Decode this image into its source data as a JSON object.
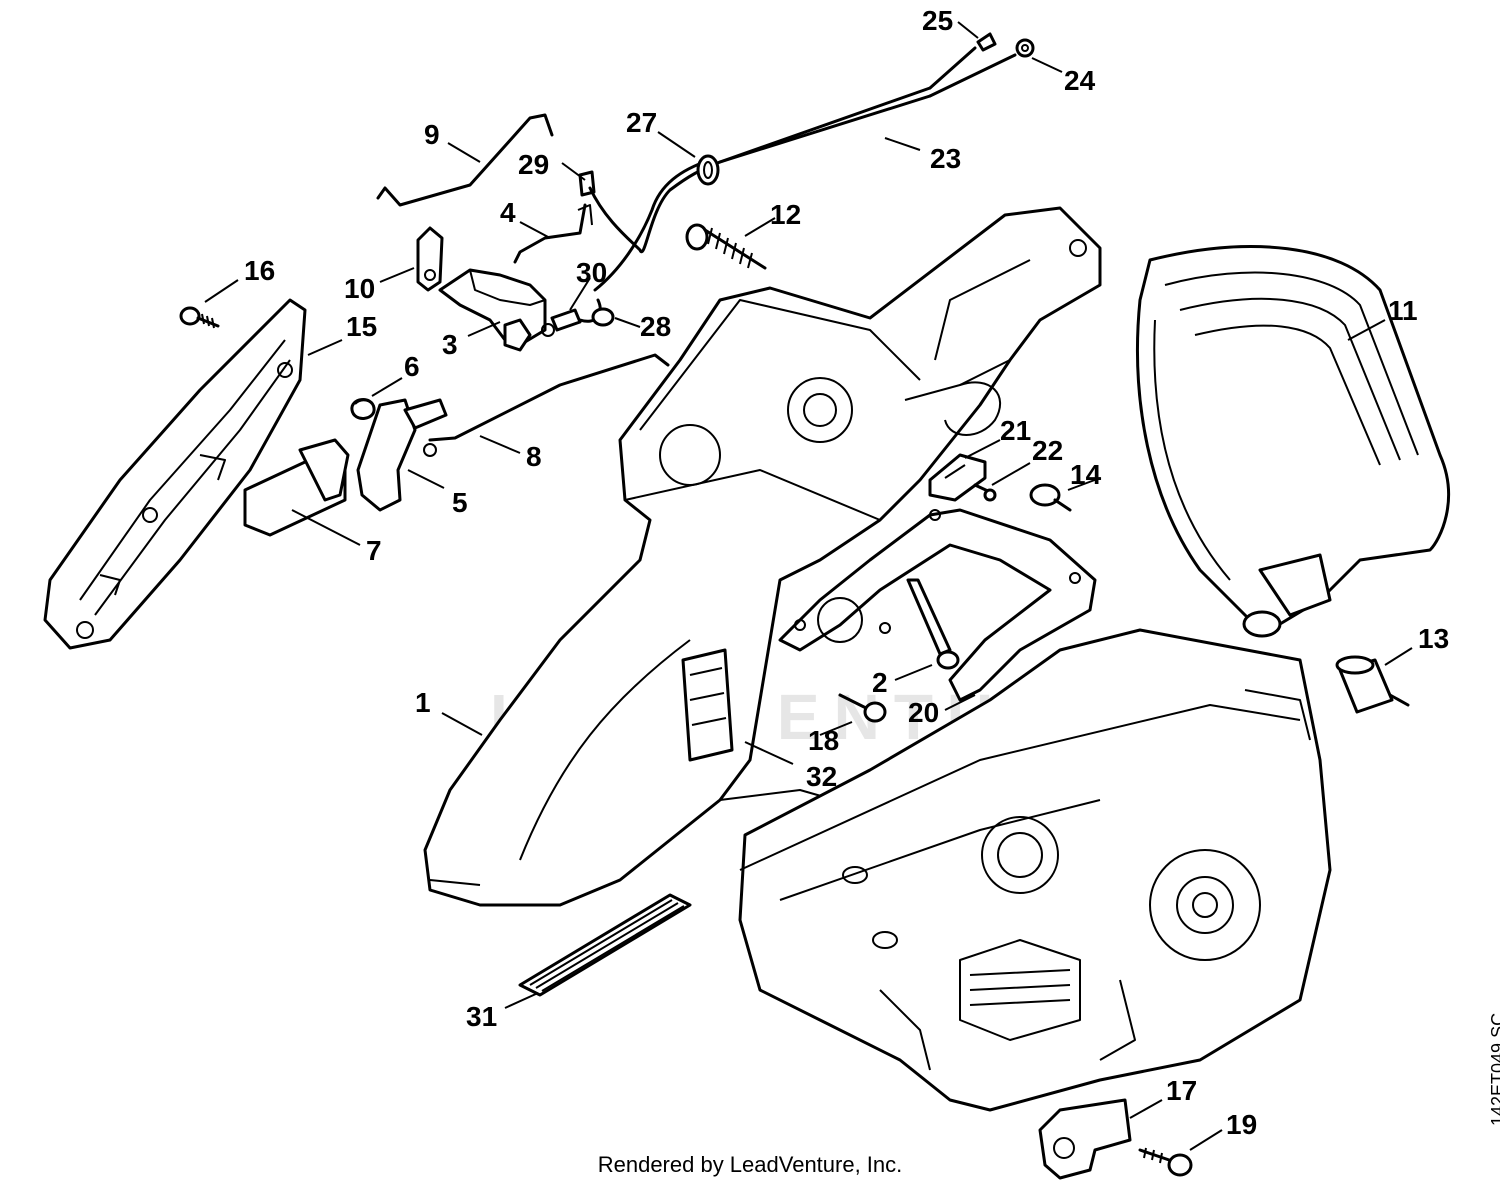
{
  "callouts": [
    {
      "id": "c1",
      "label": "1"
    },
    {
      "id": "c2",
      "label": "2"
    },
    {
      "id": "c3",
      "label": "3"
    },
    {
      "id": "c4",
      "label": "4"
    },
    {
      "id": "c5",
      "label": "5"
    },
    {
      "id": "c6",
      "label": "6"
    },
    {
      "id": "c7",
      "label": "7"
    },
    {
      "id": "c8",
      "label": "8"
    },
    {
      "id": "c9",
      "label": "9"
    },
    {
      "id": "c10",
      "label": "10"
    },
    {
      "id": "c11",
      "label": "11"
    },
    {
      "id": "c12",
      "label": "12"
    },
    {
      "id": "c13",
      "label": "13"
    },
    {
      "id": "c14",
      "label": "14"
    },
    {
      "id": "c15",
      "label": "15"
    },
    {
      "id": "c16",
      "label": "16"
    },
    {
      "id": "c17",
      "label": "17"
    },
    {
      "id": "c18",
      "label": "18"
    },
    {
      "id": "c19",
      "label": "19"
    },
    {
      "id": "c20",
      "label": "20"
    },
    {
      "id": "c21",
      "label": "21"
    },
    {
      "id": "c22",
      "label": "22"
    },
    {
      "id": "c23",
      "label": "23"
    },
    {
      "id": "c24",
      "label": "24"
    },
    {
      "id": "c25",
      "label": "25"
    },
    {
      "id": "c27",
      "label": "27"
    },
    {
      "id": "c28",
      "label": "28"
    },
    {
      "id": "c29",
      "label": "29"
    },
    {
      "id": "c30",
      "label": "30"
    },
    {
      "id": "c31",
      "label": "31"
    },
    {
      "id": "c32",
      "label": "32"
    }
  ],
  "footer": "Rendered by LeadVenture, Inc.",
  "drawing_code": "142ET049 SC",
  "watermark": "LEADVENTURE"
}
